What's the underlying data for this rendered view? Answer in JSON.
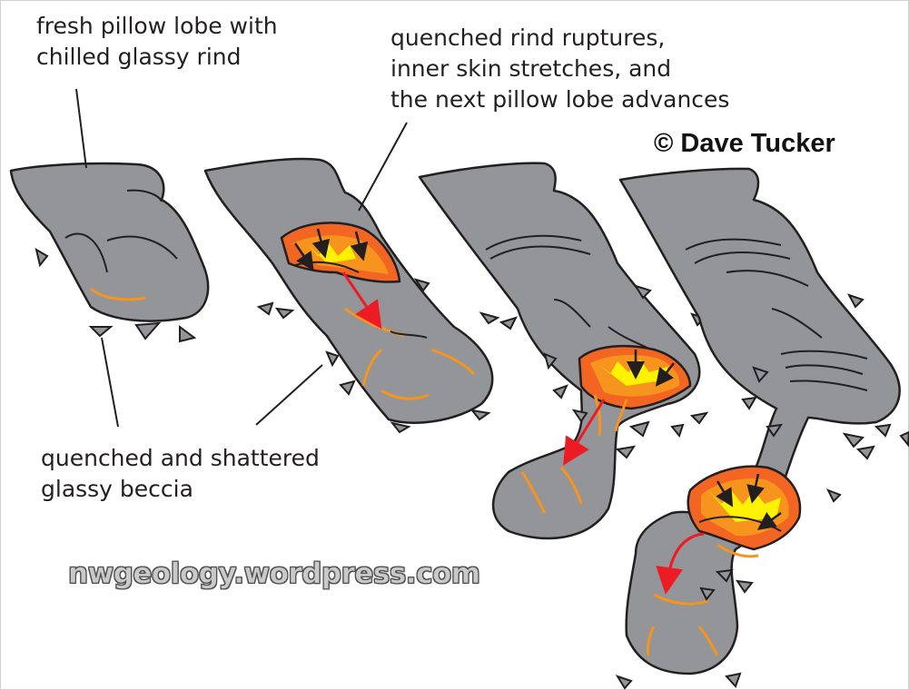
{
  "labels": {
    "fresh_lobe": [
      "fresh pillow lobe with",
      "chilled glassy rind"
    ],
    "rind_ruptures": [
      "quenched rind ruptures,",
      "inner skin stretches, and",
      "the next pillow lobe advances"
    ],
    "breccia": [
      "quenched and shattered",
      "glassy beccia"
    ],
    "copyright": "© Dave Tucker",
    "watermark": "nwgeology.wordpress.com"
  },
  "colors": {
    "lobe_fill": "#939598",
    "outline": "#231f20",
    "molten_outer": "#f26522",
    "molten_inner": "#f7941d",
    "molten_hot": "#fff200",
    "flow_arrow": "#ed1c24",
    "rind_streak": "#f7941d"
  },
  "panels": [
    "stage-1-fresh-lobe",
    "stage-2-rind-rupture",
    "stage-3-lobe-advance",
    "stage-4-next-lobe"
  ]
}
